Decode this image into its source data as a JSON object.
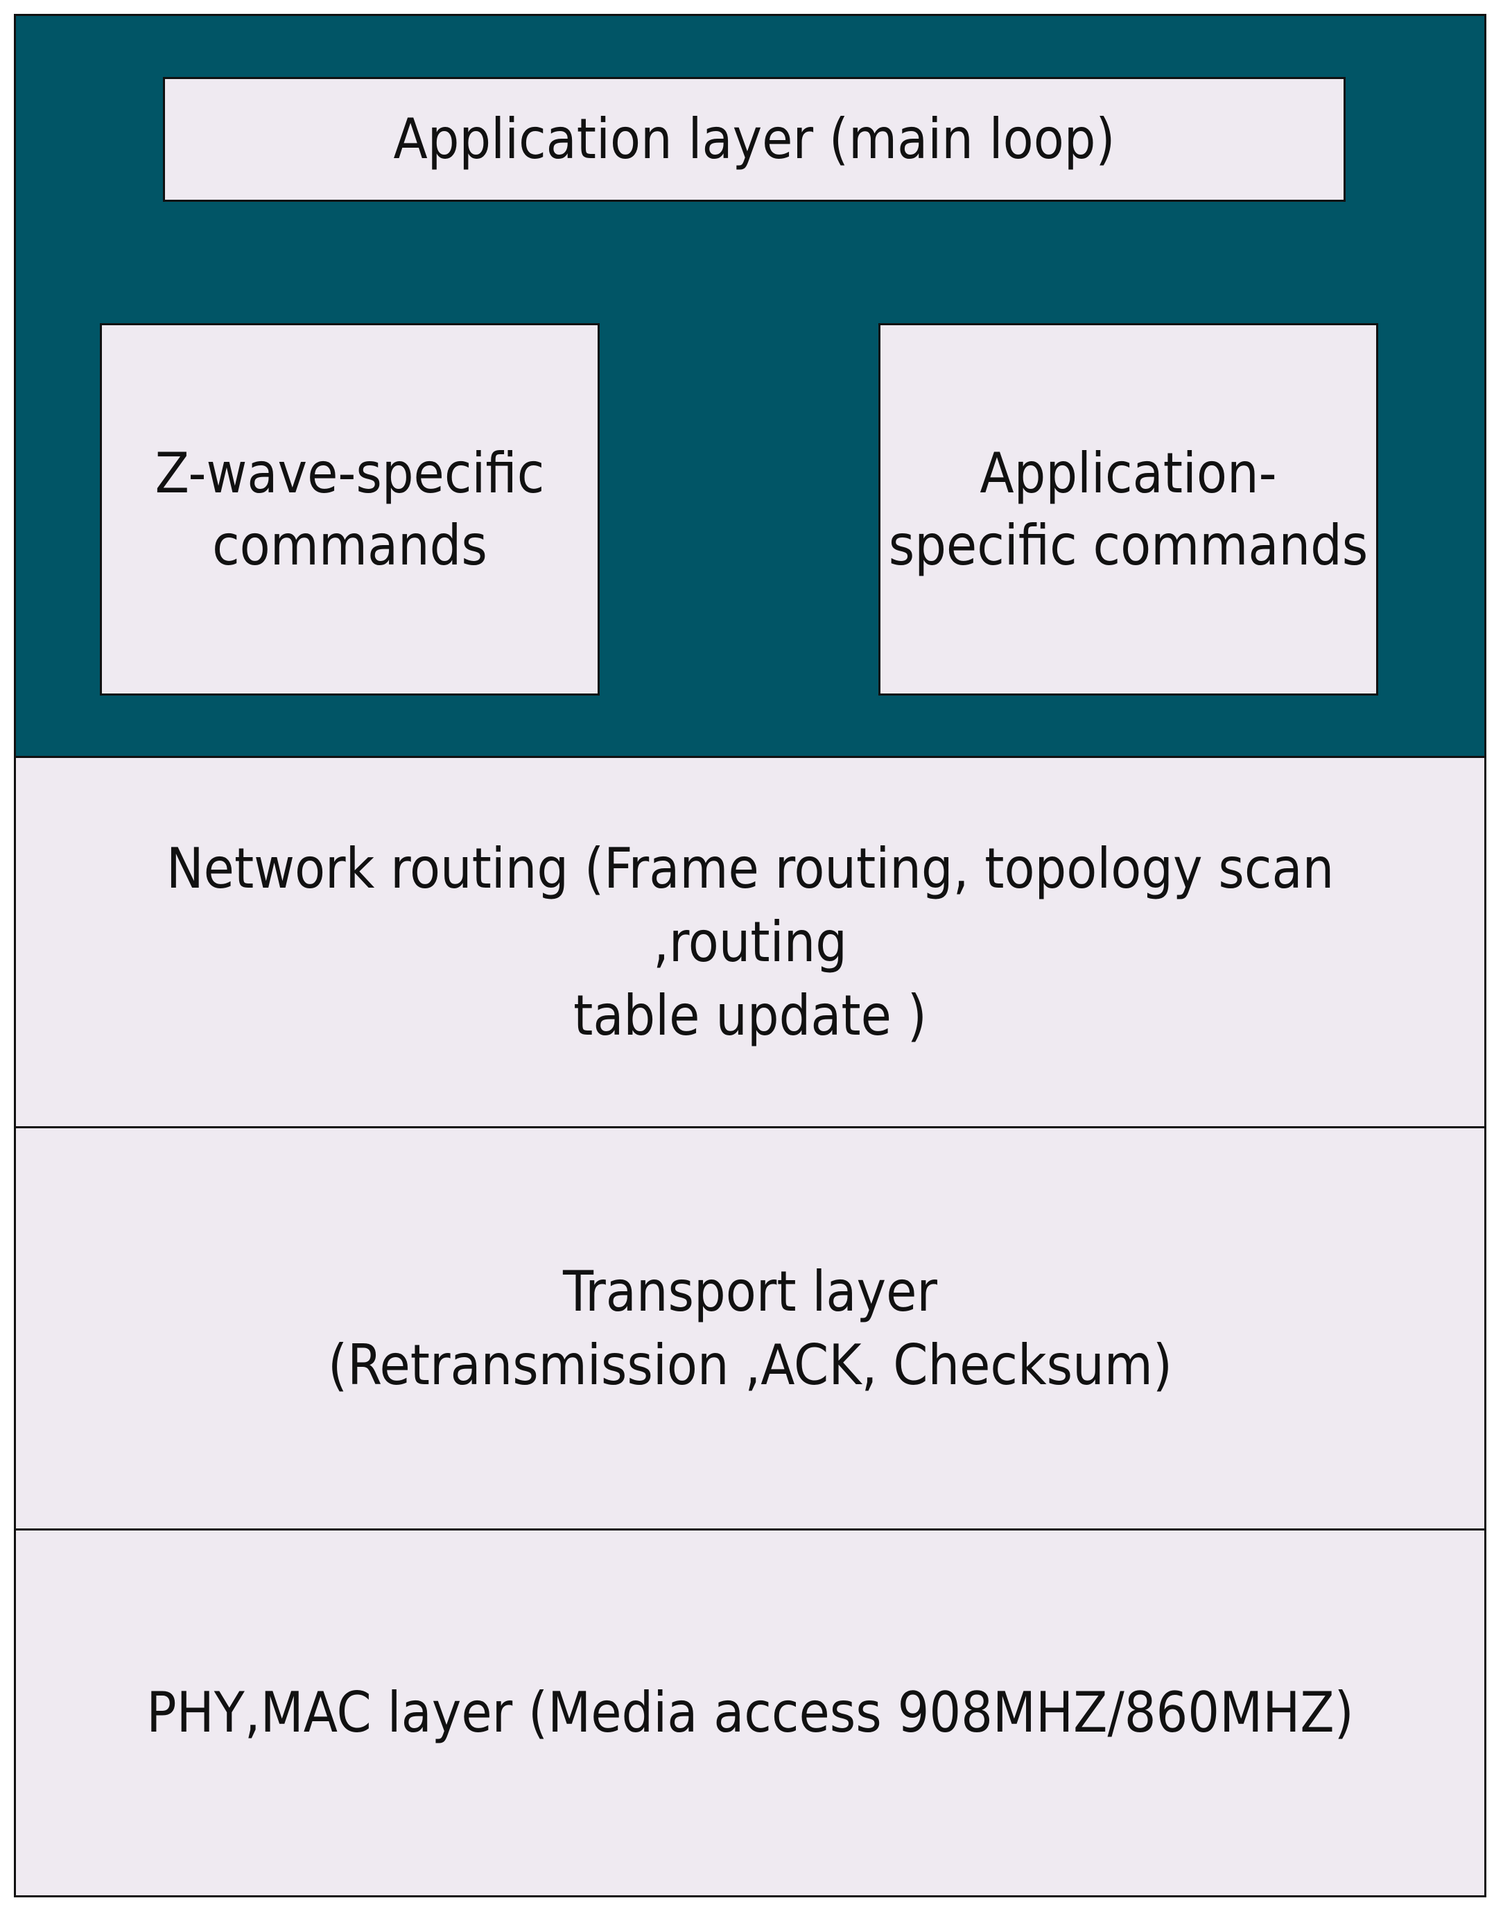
{
  "diagram": {
    "application_block": {
      "main_loop_label": "Application layer (main loop)",
      "zwave_commands_label": "Z-wave-specific\ncommands",
      "app_commands_label": "Application-\nspecific commands"
    },
    "layers": {
      "network_label": "Network routing (Frame routing, topology scan ,routing\ntable update )",
      "transport_label": "Transport layer\n(Retransmission ,ACK, Checksum)",
      "phy_mac_label": "PHY,MAC layer (Media access 908MHZ/860MHZ)"
    },
    "colors": {
      "application_panel": "#015566",
      "box_fill": "#efeaf1",
      "border": "#111111",
      "text": "#111111"
    }
  }
}
